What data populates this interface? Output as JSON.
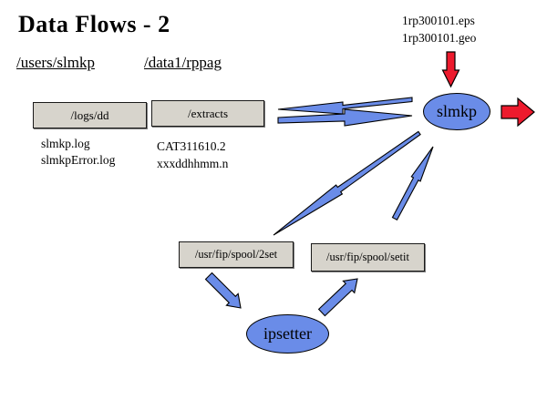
{
  "title": "Data Flows - 2",
  "header_dirs": {
    "left": "/users/slmkp",
    "right": "/data1/rppag"
  },
  "input_files": {
    "line1": "1rp300101.eps",
    "line2": "1rp300101.geo"
  },
  "folders": {
    "logs": {
      "label": "/logs/dd",
      "files": [
        "slmkp.log",
        "slmkpError.log"
      ]
    },
    "extracts": {
      "label": "/extracts",
      "files": [
        "CAT311610.2",
        "xxxddhhmm.n"
      ]
    },
    "spool_2set": {
      "label": "/usr/fip/spool/2set"
    },
    "spool_setit": {
      "label": "/usr/fip/spool/setit"
    }
  },
  "processes": {
    "slmkp": "slmkp",
    "ipsetter": "ipsetter"
  },
  "colors": {
    "node_blue": "#6a8ce8",
    "arrow_red": "#ed1a2d",
    "folder_gray": "#d7d4cc"
  }
}
